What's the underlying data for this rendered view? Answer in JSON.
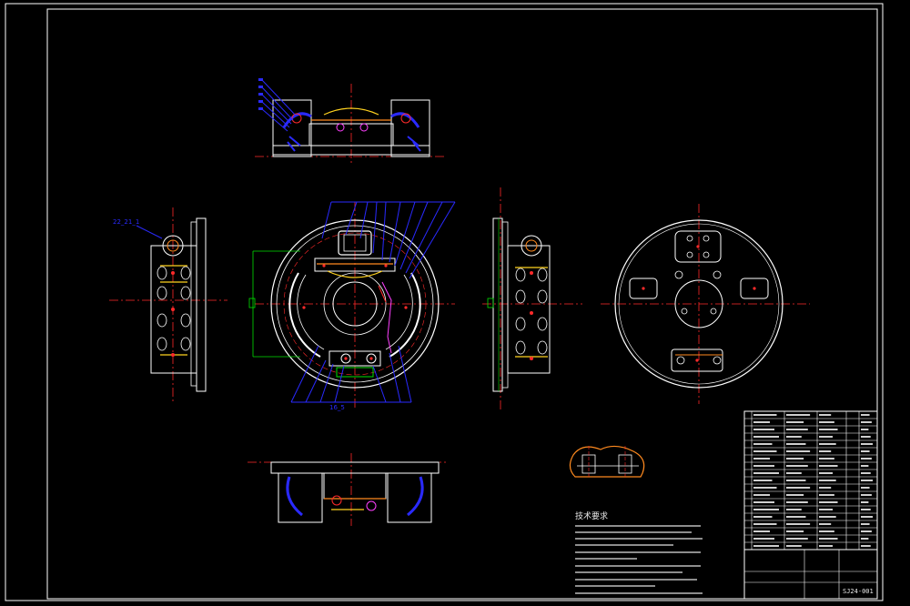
{
  "sheet": {
    "background": "#000000",
    "line_color": "#ffffff",
    "accent_red": "#ff2a2a",
    "accent_blue": "#2a2aff",
    "accent_green": "#00e000",
    "accent_yellow": "#ffd21f",
    "accent_orange": "#ff8a1f",
    "accent_magenta": "#ff40ff"
  },
  "tech_requirements": {
    "title": "技术要求"
  },
  "title_block": {
    "drawing_number": "SJ24-001"
  },
  "labels": {
    "left_view_callout": "22_21_1",
    "front_bottom_callout": "16_5"
  }
}
